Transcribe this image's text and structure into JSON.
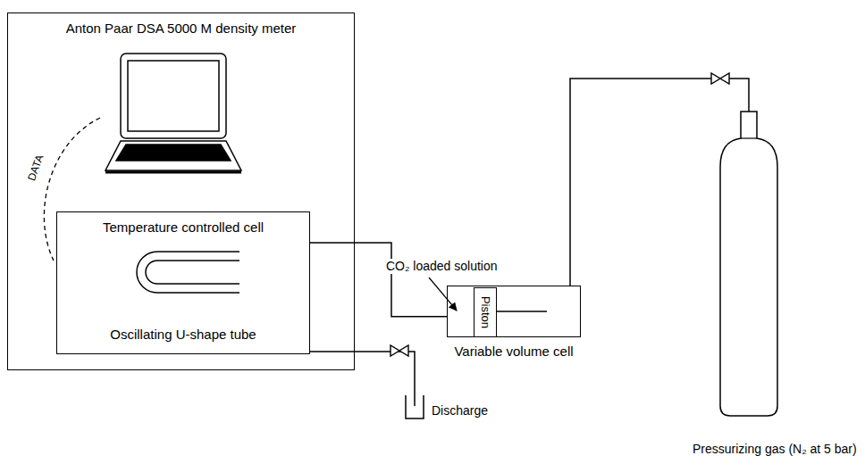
{
  "diagram": {
    "nodes": [
      {
        "text": [
          "Anton Paar DSA 5000 M density meter"
        ]
      },
      {
        "text": [
          "Temperature controlled cell",
          "Oscillating U-shape tube"
        ],
        "in": 0
      },
      {
        "text": [
          "Variable volume cell"
        ]
      },
      {
        "text": [
          "Piston"
        ],
        "in": 2
      },
      {
        "text": [
          "Discharge"
        ]
      },
      {
        "text": [
          "Pressurizing gas (N₂ at 5 bar)"
        ]
      }
    ],
    "edges": [
      {
        "from": 2,
        "to": 1,
        "arrow": "none"
      },
      {
        "from": 1,
        "to": 4,
        "arrow": "none"
      },
      {
        "from": 5,
        "to": 2,
        "arrow": "none"
      }
    ],
    "labels": [
      "DATA",
      "CO₂ loaded solution"
    ]
  }
}
